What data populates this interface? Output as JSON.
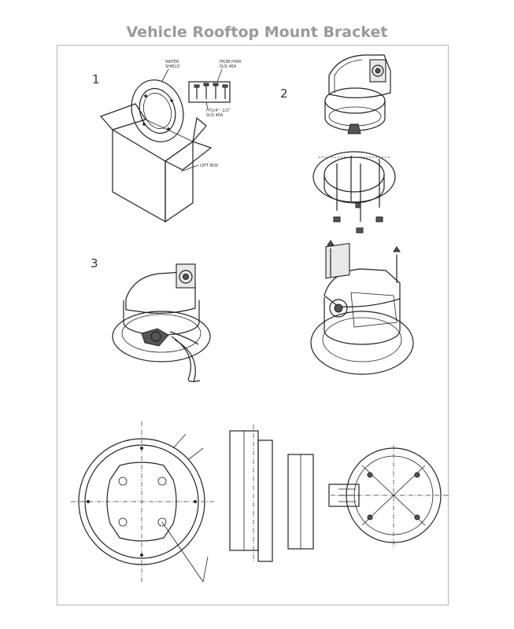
{
  "header": {
    "title": "Vehicle Rooftop Mount Bracket"
  },
  "steps": {
    "one": "1",
    "two": "2",
    "three": "3"
  },
  "callouts": {
    "water_shield_1": "WATER",
    "water_shield_2": "SHIELD",
    "pan_screw_1": "PN3B P086",
    "pan_screw_2": "SUS 4EA",
    "flat_screw_1": "FH1/4\" -1/2\"",
    "flat_screw_2": "SUS 4EA",
    "gift_box": "GIFT BOX"
  }
}
